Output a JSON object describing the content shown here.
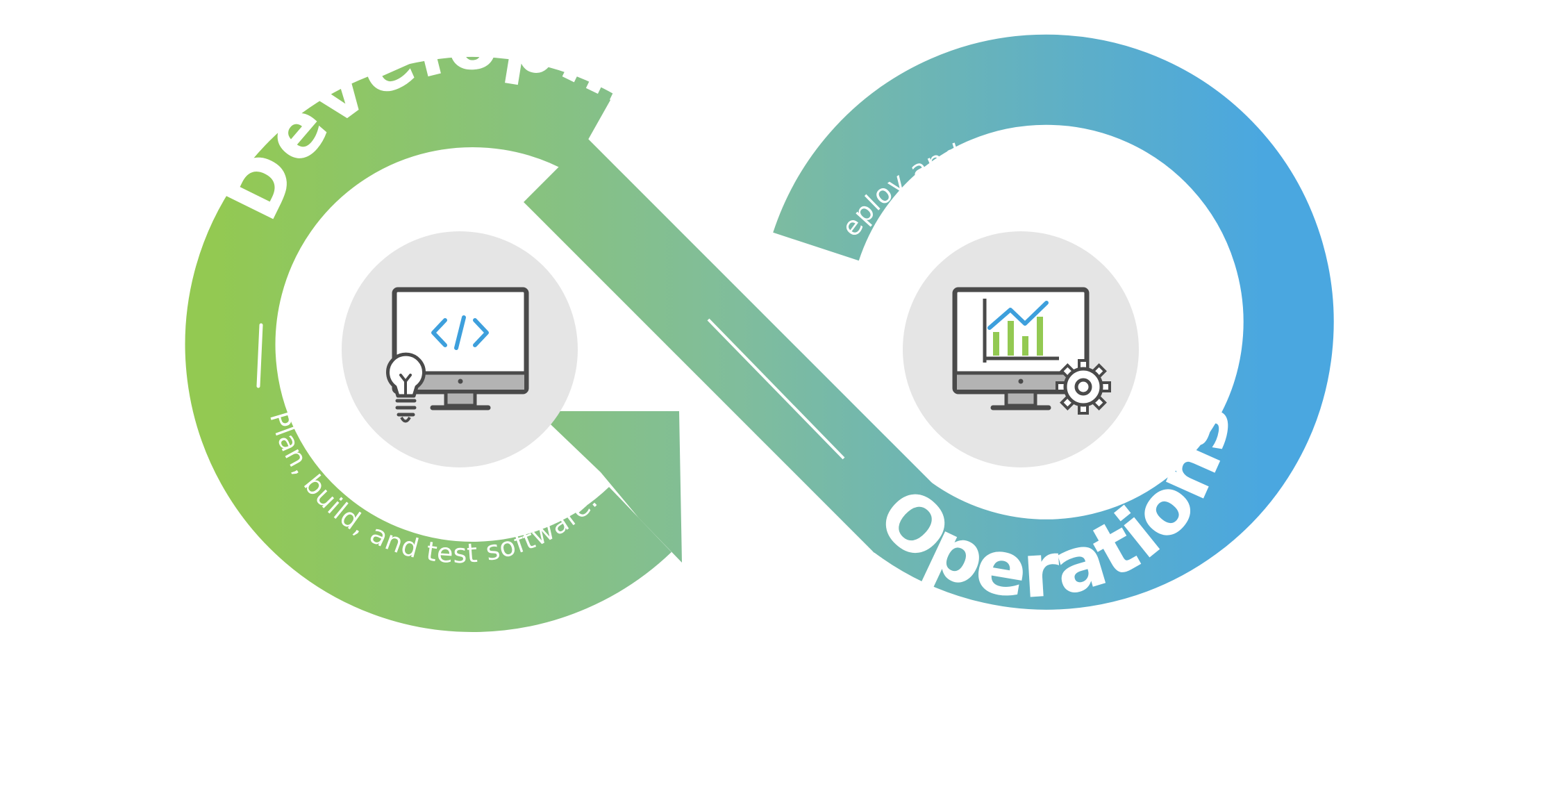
{
  "development": {
    "title": "Development",
    "caption": "Plan, build, and test software.",
    "icon": "monitor-code-lightbulb-icon"
  },
  "operations": {
    "title": "Operations",
    "caption": "Deploy and maintain that software.",
    "icon": "monitor-chart-gear-icon"
  },
  "colors": {
    "green": "#93c952",
    "teal": "#79bba8",
    "blue": "#4aa7e0",
    "circle": "#e5e5e5",
    "icon_stroke": "#4a4a4a",
    "code_blue": "#3d9fdc",
    "chart_green": "#93c952",
    "stand_grey": "#b3b3b3"
  }
}
